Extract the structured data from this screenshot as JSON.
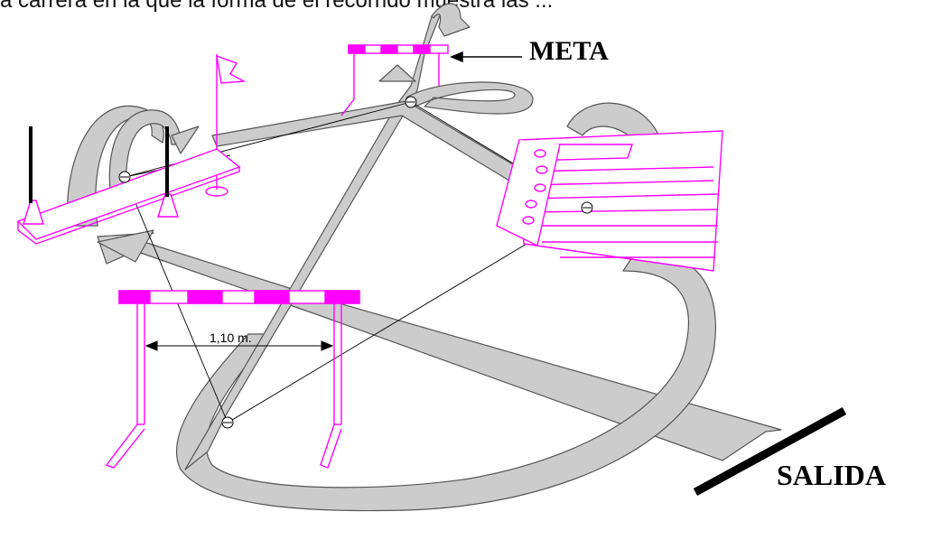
{
  "header": {
    "text": "a carrera en la que la forma de el recorrido muestra las ..."
  },
  "labels": {
    "meta": "META",
    "salida": "SALIDA",
    "hurdle_width": "1,10 m."
  },
  "colors": {
    "equipment": "#ff00ff",
    "path_fill": "#cccccc",
    "path_stroke": "#555555",
    "ink": "#000000"
  }
}
